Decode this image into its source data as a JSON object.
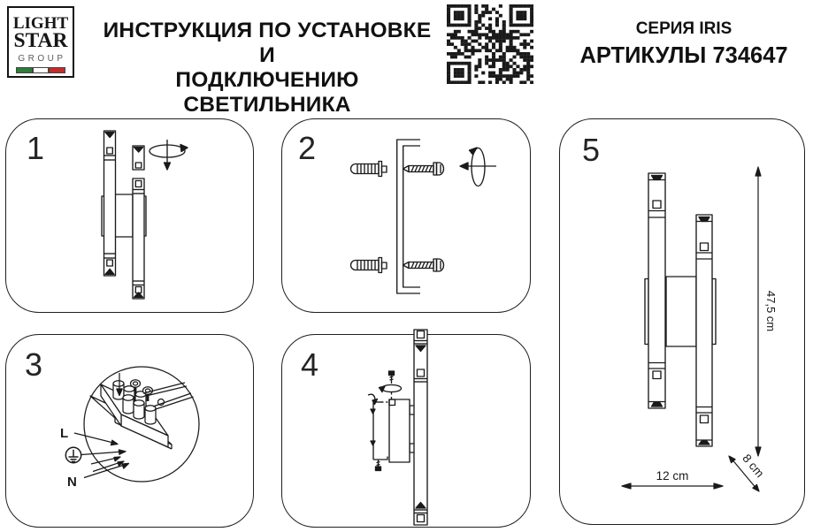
{
  "header": {
    "logo": {
      "word1": "LIGHT",
      "word2": "STAR",
      "word3": "GROUP",
      "flag": [
        "#2e7d3a",
        "#ffffff",
        "#c82b2b"
      ]
    },
    "title": {
      "line1": "ИНСТРУКЦИЯ ПО УСТАНОВКЕ И",
      "line2": "ПОДКЛЮЧЕНИЮ СВЕТИЛЬНИКА"
    },
    "product": {
      "series": "СЕРИЯ IRIS",
      "articles": "АРТИКУЛЫ 734647"
    }
  },
  "steps": [
    {
      "number": "1"
    },
    {
      "number": "2"
    },
    {
      "number": "3"
    },
    {
      "number": "4"
    },
    {
      "number": "5"
    }
  ],
  "wiring": {
    "live_label": "L",
    "neutral_label": "N"
  },
  "dimensions": {
    "height": "47,5 cm",
    "width": "12 cm",
    "depth": "8 cm"
  },
  "colors": {
    "ink": "#1a1a1a",
    "paper": "#ffffff"
  }
}
